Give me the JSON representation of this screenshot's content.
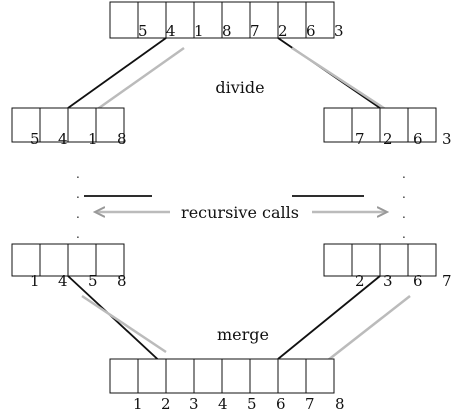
{
  "labels": {
    "divide": "divide",
    "recursive": "recursive calls",
    "merge": "merge"
  },
  "arrays": {
    "top": [
      "5",
      "4",
      "1",
      "8",
      "7",
      "2",
      "6",
      "3"
    ],
    "left_divided": [
      "5",
      "4",
      "1",
      "8"
    ],
    "right_divided": [
      "7",
      "2",
      "6",
      "3"
    ],
    "left_sorted": [
      "1",
      "4",
      "5",
      "8"
    ],
    "right_sorted": [
      "2",
      "3",
      "6",
      "7"
    ],
    "bottom": [
      "1",
      "2",
      "3",
      "4",
      "5",
      "6",
      "7",
      "8"
    ]
  },
  "colors": {
    "line": "#111111",
    "copy_arrow": "#bbbbbb"
  }
}
